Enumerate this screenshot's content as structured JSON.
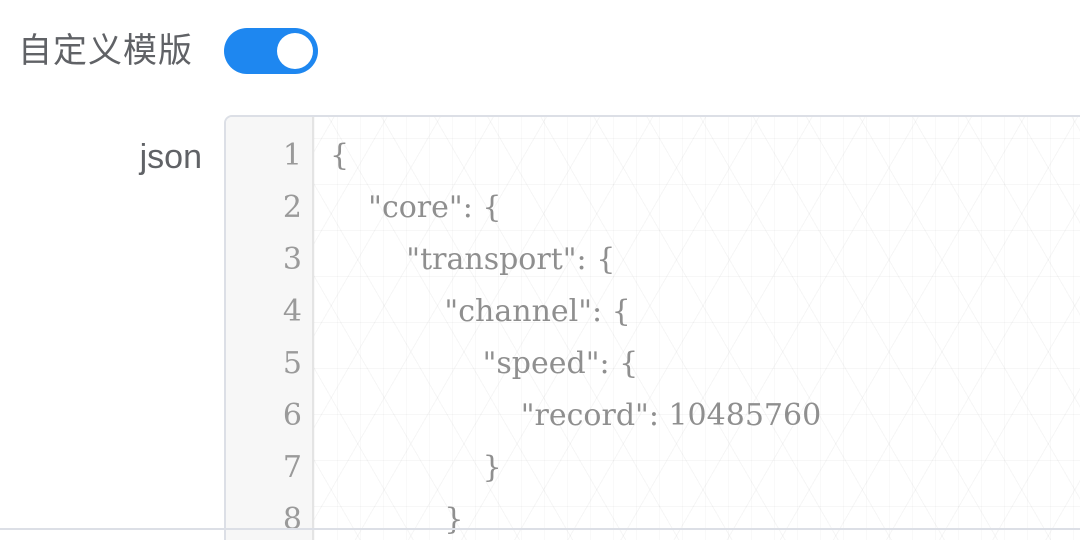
{
  "form": {
    "custom_template_label": "自定义模版",
    "custom_template_enabled": true,
    "json_label": "json"
  },
  "editor": {
    "line_numbers": [
      "1",
      "2",
      "3",
      "4",
      "5",
      "6",
      "7",
      "8"
    ],
    "lines": [
      "{",
      "    \"core\": {",
      "        \"transport\": {",
      "            \"channel\": {",
      "                \"speed\": {",
      "                    \"record\": 10485760",
      "                }",
      "            }"
    ]
  },
  "colors": {
    "toggle_on": "#1e87f0",
    "label_text": "#606266",
    "code_text": "#8f8f8f"
  }
}
